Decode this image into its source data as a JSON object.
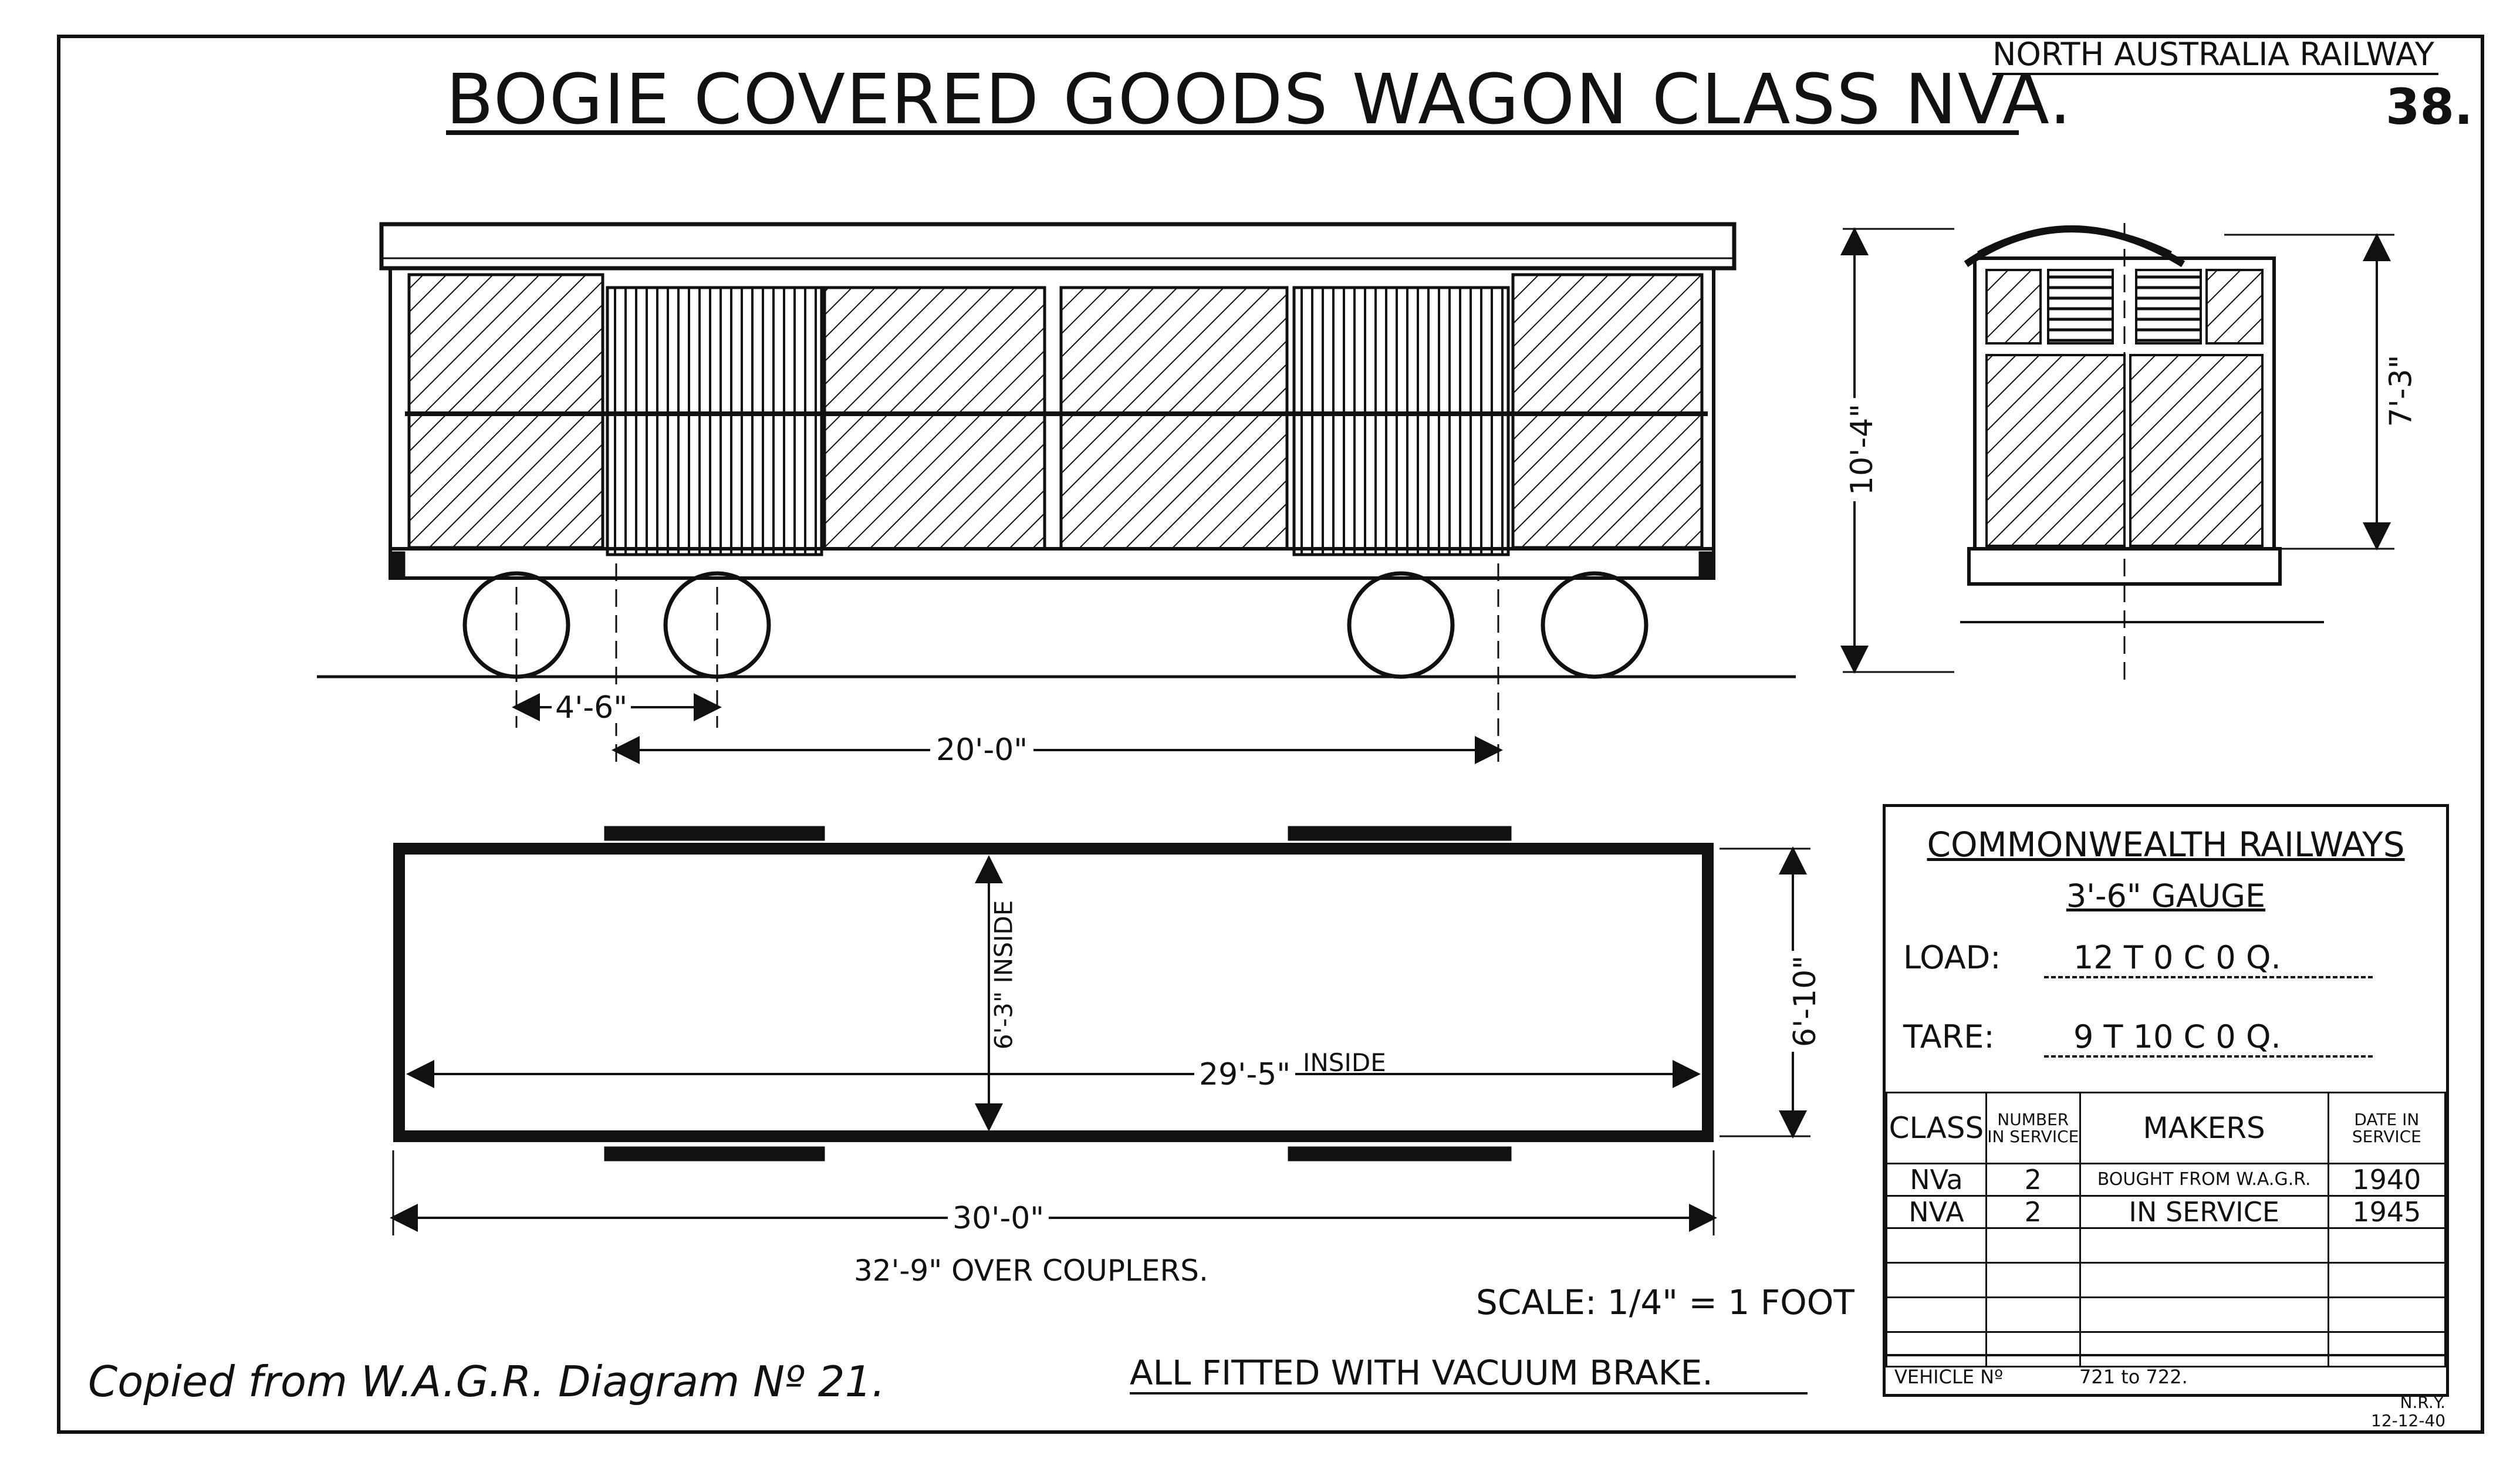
{
  "title": "BOGIE COVERED GOODS WAGON CLASS NVA.",
  "railway": "NORTH AUSTRALIA RAILWAY",
  "sheet_number": "38.",
  "dimensions": {
    "wheelbase": "4'-6\"",
    "bogie_centres": "20'-0\"",
    "height": "10'-4\"",
    "end_height": "7'-3\"",
    "inside_width": "6'-3\" INSIDE",
    "inside_length": "29'-5\"",
    "inside_label": "INSIDE",
    "outside_width": "6'-10\"",
    "outside_length": "30'-0\""
  },
  "over_couplers": "32'-9\" OVER COUPLERS.",
  "scale": "SCALE: 1/4\" = 1 FOOT",
  "copied_from": "Copied from W.A.G.R. Diagram Nº 21.",
  "brake_note": "ALL FITTED WITH VACUUM BRAKE.",
  "initials": [
    "N.R.Y.",
    "12-12-40"
  ],
  "data_box": {
    "authority": "COMMONWEALTH RAILWAYS",
    "gauge": "3'-6\" GAUGE",
    "load_label": "LOAD:",
    "load_value": "12 T 0 C 0 Q.",
    "tare_label": "TARE:",
    "tare_value": "9 T 10 C 0 Q.",
    "columns": [
      "CLASS",
      "NUMBER IN SERVICE",
      "MAKERS",
      "DATE IN SERVICE"
    ],
    "rows": [
      [
        "NVa",
        "2",
        "BOUGHT FROM W.A.G.R.",
        "1940"
      ],
      [
        "NVA",
        "2",
        "IN SERVICE",
        "1945"
      ]
    ],
    "vehicle_label": "VEHICLE Nº",
    "vehicle_value": "721 to 722."
  }
}
